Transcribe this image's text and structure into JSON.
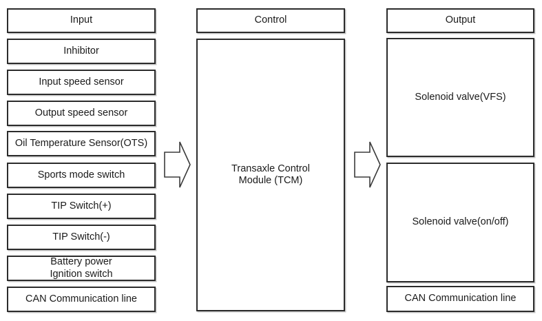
{
  "columns": {
    "input": {
      "header": "Input",
      "items": [
        "Inhibitor",
        "Input speed sensor",
        "Output speed sensor",
        "Oil Temperature Sensor(OTS)",
        "Sports mode switch",
        "TIP Switch(+)",
        "TIP Switch(-)",
        "Battery power\nIgnition switch",
        "CAN Communication line"
      ]
    },
    "control": {
      "header": "Control",
      "module": "Transaxle Control\nModule (TCM)"
    },
    "output": {
      "header": "Output",
      "items": [
        "Solenoid valve(VFS)",
        "Solenoid valve(on/off)",
        "CAN Communication line"
      ]
    }
  },
  "icons": {
    "flow_arrow_left": "right-block-arrow",
    "flow_arrow_right": "right-block-arrow"
  },
  "colors": {
    "background": "#ffffff",
    "box_border": "#2b2b2b",
    "text": "#1a1a1a"
  }
}
